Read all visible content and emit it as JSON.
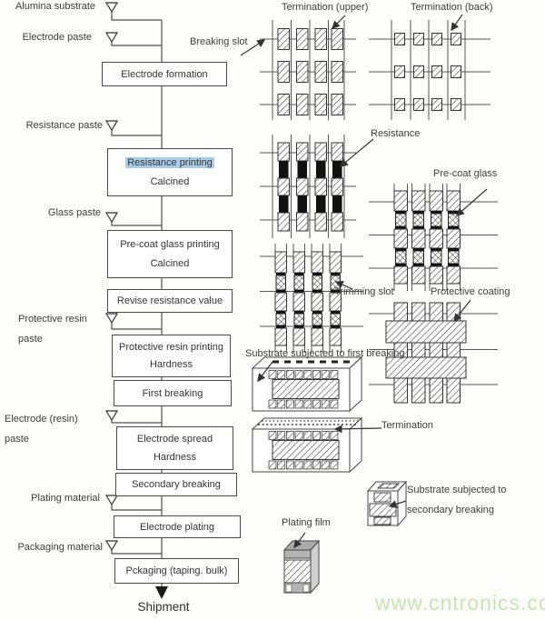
{
  "flowchart": {
    "inputs": [
      {
        "label": "Alumina substrate"
      },
      {
        "label": "Electrode paste"
      },
      {
        "label": "Resistance paste"
      },
      {
        "label": "Glass paste"
      },
      {
        "label": "Protective resin paste"
      },
      {
        "label": "Electrode (resin) paste"
      },
      {
        "label": "Plating material"
      },
      {
        "label": "Packaging material"
      }
    ],
    "steps": [
      {
        "lines": [
          "Electrode formation"
        ]
      },
      {
        "lines": [
          "Resistance printing",
          "Calcined"
        ],
        "highlight": "Resistance printing",
        "highlight_color": "#a9cce6"
      },
      {
        "lines": [
          "Pre-coat glass printing",
          "Calcined"
        ]
      },
      {
        "lines": [
          "Revise resistance value"
        ]
      },
      {
        "lines": [
          "Protective resin printing",
          "Hardness"
        ]
      },
      {
        "lines": [
          "First breaking"
        ]
      },
      {
        "lines": [
          "Electrode spread",
          "Hardness"
        ]
      },
      {
        "lines": [
          "Secondary breaking"
        ]
      },
      {
        "lines": [
          "Electrode plating"
        ]
      },
      {
        "lines": [
          "Pckaging (taping. bulk)"
        ]
      }
    ],
    "terminal_label": "Shipment"
  },
  "annotations": {
    "breaking_slot": "Breaking slot",
    "termination_upper": "Termination (upper)",
    "termination_back": "Termination (back)",
    "resistance": "Resistance",
    "pre_coat_glass": "Pre-coat glass",
    "trimming_slot": "Trimming slot",
    "protective_coating": "Protective coating",
    "substrate_first_breaking": "Substrate subjected to first breaking",
    "termination": "Termination",
    "substrate_secondary_breaking": "Substrate subjected to secondary breaking",
    "plating_film": "Plating film"
  },
  "watermark": {
    "text": "www.cntronics.com",
    "color": "#c9e3b2"
  }
}
